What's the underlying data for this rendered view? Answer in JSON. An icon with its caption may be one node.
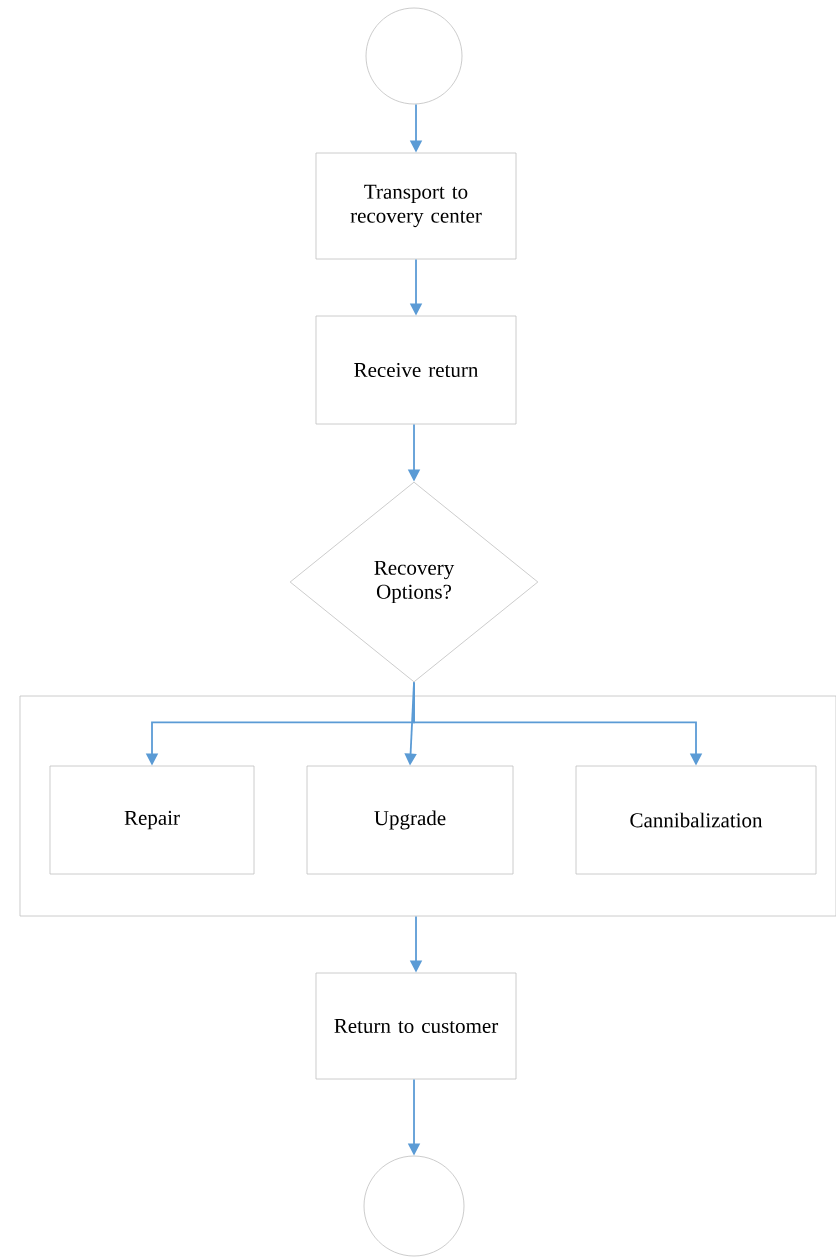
{
  "diagram": {
    "nodes": [
      {
        "text": [],
        "shape": "circle"
      },
      {
        "text": [
          "Transport to recovery center"
        ]
      },
      {
        "text": [
          "Receive return"
        ]
      },
      {
        "text": [
          "Recovery Options?"
        ]
      },
      {
        "text": [],
        "shape": "box"
      },
      {
        "text": [
          "Repair"
        ],
        "in": 4
      },
      {
        "text": [
          "Upgrade"
        ],
        "in": 4
      },
      {
        "text": [
          "Cannibalization"
        ],
        "in": 4
      },
      {
        "text": [
          "Return to customer"
        ]
      },
      {
        "text": [],
        "shape": "circle"
      }
    ],
    "edges": [
      {
        "from": 0,
        "to": 1,
        "arrow": "to"
      },
      {
        "from": 1,
        "to": 2,
        "arrow": "to"
      },
      {
        "from": 2,
        "to": 3,
        "arrow": "to"
      },
      {
        "from": 3,
        "to": 5,
        "arrow": "to"
      },
      {
        "from": 3,
        "to": 6,
        "arrow": "to"
      },
      {
        "from": 3,
        "to": 7,
        "arrow": "to"
      },
      {
        "from": 4,
        "to": 8,
        "arrow": "to"
      },
      {
        "from": 8,
        "to": 9,
        "arrow": "to"
      }
    ]
  }
}
